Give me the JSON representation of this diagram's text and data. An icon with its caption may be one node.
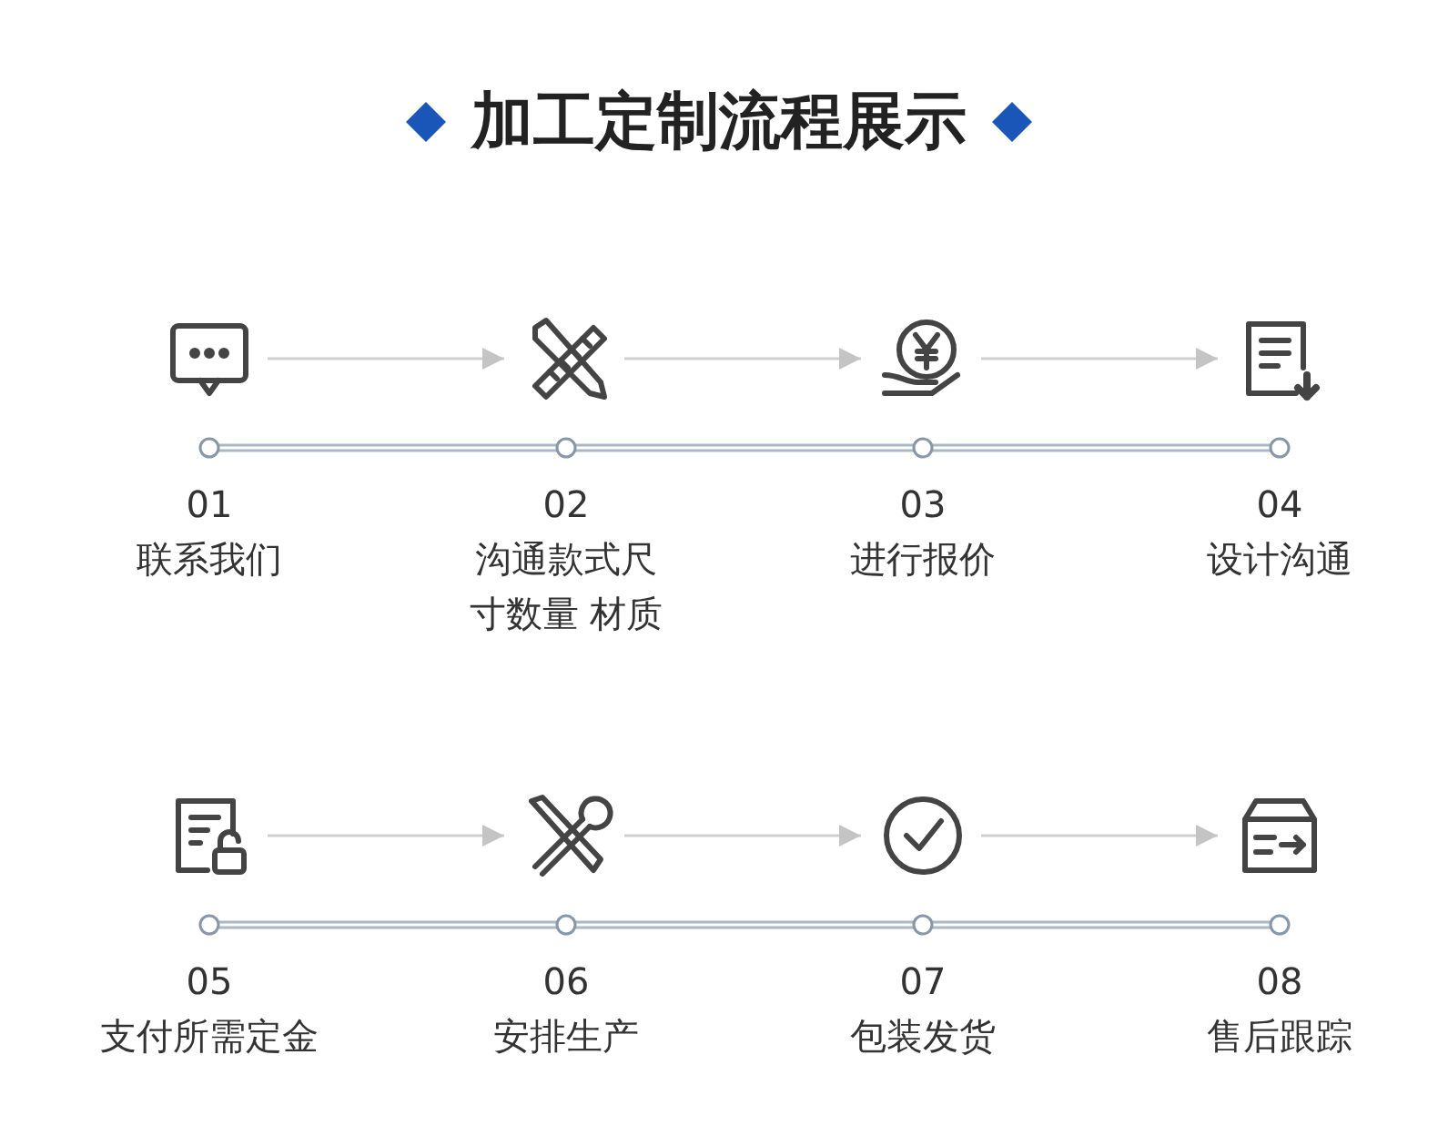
{
  "diagram": {
    "title": "加工定制流程展示",
    "nodes": [
      {
        "text": [
          "01",
          "联系我们"
        ]
      },
      {
        "text": [
          "02",
          "沟通款式尺寸数量 材质"
        ]
      },
      {
        "text": [
          "03",
          "进行报价"
        ]
      },
      {
        "text": [
          "04",
          "设计沟通"
        ]
      },
      {
        "text": [
          "05",
          "支付所需定金"
        ]
      },
      {
        "text": [
          "06",
          "安排生产"
        ]
      },
      {
        "text": [
          "07",
          "包装发货"
        ]
      },
      {
        "text": [
          "08",
          "售后跟踪"
        ]
      }
    ],
    "edges": [
      {
        "from": 0,
        "to": 1,
        "arrow": "to"
      },
      {
        "from": 1,
        "to": 2,
        "arrow": "to"
      },
      {
        "from": 2,
        "to": 3,
        "arrow": "to"
      },
      {
        "from": 4,
        "to": 5,
        "arrow": "to"
      },
      {
        "from": 5,
        "to": 6,
        "arrow": "to"
      },
      {
        "from": 6,
        "to": 7,
        "arrow": "to"
      }
    ]
  }
}
